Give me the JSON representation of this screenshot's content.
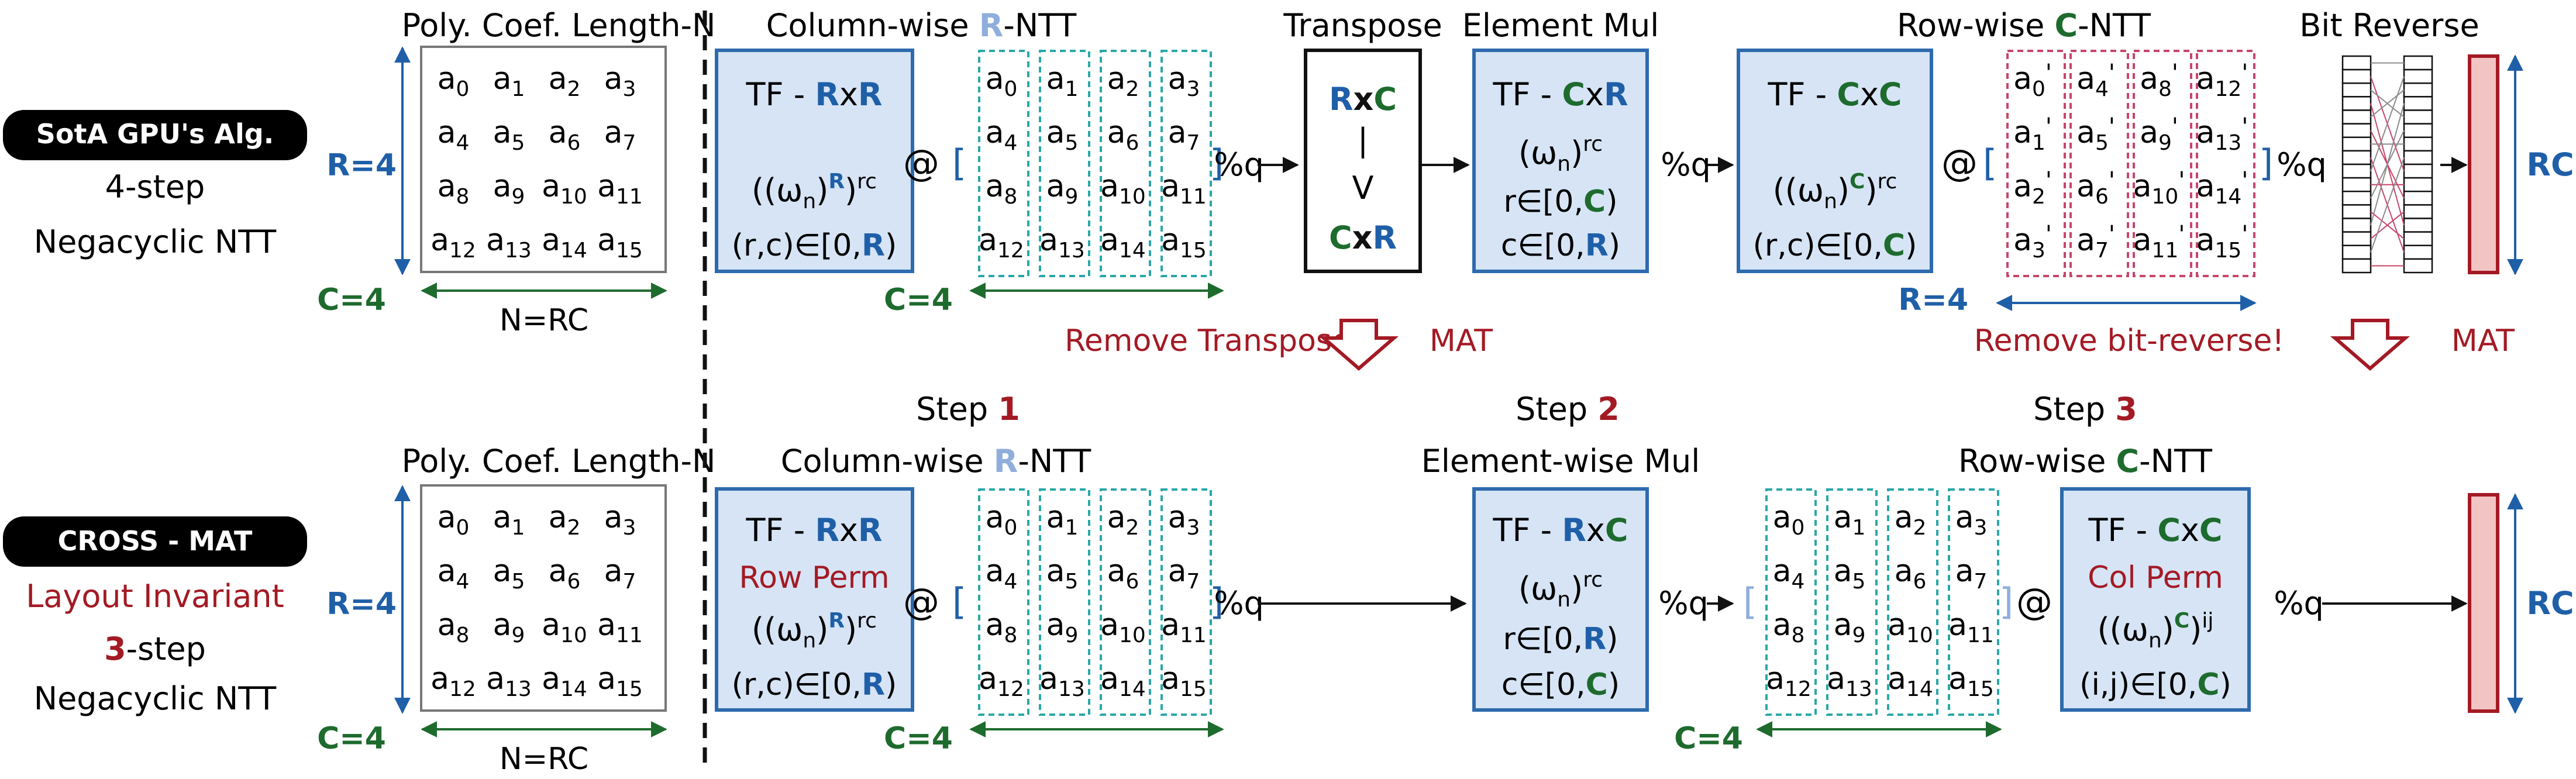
{
  "colors": {
    "blue": "#1F5FA8",
    "green": "#1E6B2E",
    "red": "#A31A24",
    "box_fill": "#D6E4F5",
    "box_stroke": "#2E6AAE",
    "teal": "#2AA7A7",
    "pink": "#C8456A",
    "pale_red_fill": "#F2C4C4",
    "light_blue": "#8FAEDC"
  },
  "badges": {
    "top": "SotA GPU's Alg.",
    "bottom": "CROSS - MAT"
  },
  "left_labels": {
    "top_step": "4-step",
    "top_ntt": "Negacyclic NTT",
    "bottom_invariant": "Layout Invariant",
    "bottom_3": "3",
    "bottom_step": "-step",
    "bottom_ntt": "Negacyclic NTT"
  },
  "poly": {
    "title": "Poly. Coef. Length-N",
    "r_label": "R=4",
    "c_label": "C=4",
    "n_label": "N=RC",
    "rows": [
      [
        "0",
        "1",
        "2",
        "3"
      ],
      [
        "4",
        "5",
        "6",
        "7"
      ],
      [
        "8",
        "9",
        "10",
        "11"
      ],
      [
        "12",
        "13",
        "14",
        "15"
      ]
    ]
  },
  "top": {
    "colntt_pre": "Column-wise ",
    "colntt_R": "R",
    "colntt_post": "-NTT",
    "tf1_line1a": "TF - ",
    "tf1_R1": "R",
    "tf1_x": "x",
    "tf1_R2": "R",
    "tf1_line2": "((ω",
    "tf1_sub": "n",
    "tf1_line2b": ")",
    "tf1_sup_R": "R",
    "tf1_line2c": ")",
    "tf1_sup_rc": "rc",
    "tf1_line3": "(r,c)∈[0,",
    "tf1_line3R": "R",
    "tf1_line3end": ")",
    "at": "@",
    "modq": "%q",
    "c4": "C=4",
    "transpose_title": "Transpose",
    "tr_R": "R",
    "tr_x": "x",
    "tr_C": "C",
    "tr_bar": "|",
    "tr_v": "V",
    "tr2_C": "C",
    "tr2_x": "x",
    "tr2_R": "R",
    "elem_title": "Element Mul",
    "tf2_a": "TF - ",
    "tf2_C": "C",
    "tf2_x": "x",
    "tf2_R": "R",
    "tf2_w": "(ω",
    "tf2_sub": "n",
    "tf2_wend": ")",
    "tf2_sup": "rc",
    "tf2_r": "r∈[0,",
    "tf2_rC": "C",
    "tf2_rend": ")",
    "tf2_c": "c∈[0,",
    "tf2_cR": "R",
    "tf2_cend": ")",
    "rowntt_pre": "Row-wise ",
    "rowntt_C": "C",
    "rowntt_post": "-NTT",
    "tf3_a": "TF - ",
    "tf3_C1": "C",
    "tf3_x": "x",
    "tf3_C2": "C",
    "tf3_w": "((ω",
    "tf3_sub": "n",
    "tf3_wend": ")",
    "tf3_supC": "C",
    "tf3_w2": ")",
    "tf3_sup": "rc",
    "tf3_l3": "(r,c)∈[0,",
    "tf3_l3C": "C",
    "tf3_l3end": ")",
    "r4": "R=4",
    "bitrev_title": "Bit Reverse",
    "rc": "RC",
    "remove_transpose": "Remove Transpose!",
    "mat1": "MAT",
    "remove_bitrev": "Remove bit-reverse!",
    "mat2": "MAT",
    "rowwise_cols": [
      [
        "0",
        "1",
        "2",
        "3"
      ],
      [
        "4",
        "5",
        "6",
        "7"
      ],
      [
        "8",
        "9",
        "10",
        "11"
      ],
      [
        "12",
        "13",
        "14",
        "15"
      ]
    ]
  },
  "bottom": {
    "step": "Step ",
    "step1": "1",
    "step2": "2",
    "step3": "3",
    "colntt_pre": "Column-wise ",
    "colntt_R": "R",
    "colntt_post": "-NTT",
    "elem_title": "Element-wise Mul",
    "rowntt_pre": "Row-wise ",
    "rowntt_C": "C",
    "rowntt_post": "-NTT",
    "tf1_a": "TF - ",
    "tf1_R1": "R",
    "tf1_x": "x",
    "tf1_R2": "R",
    "tf1_perm": "Row Perm",
    "tf2_a": "TF - ",
    "tf2_R": "R",
    "tf2_x": "x",
    "tf2_C": "C",
    "tf2_r": "r∈[0,",
    "tf2_rR": "R",
    "tf2_c": "c∈[0,",
    "tf2_cC": "C",
    "tf3_a": "TF - ",
    "tf3_C1": "C",
    "tf3_x": "x",
    "tf3_C2": "C",
    "tf3_perm": "Col Perm",
    "tf3_w": "((ω",
    "tf3_sub": "n",
    "tf3_wend": ")",
    "tf3_supC": "C",
    "tf3_w2": ")",
    "tf3_sup": "ij",
    "tf3_l3": "(i,j)∈[0,",
    "tf3_l3C": "C",
    "tf3_l3end": ")",
    "c4a": "C=4",
    "c4b": "C=4",
    "rc": "RC"
  },
  "coef_letter": "a",
  "prime": "'"
}
